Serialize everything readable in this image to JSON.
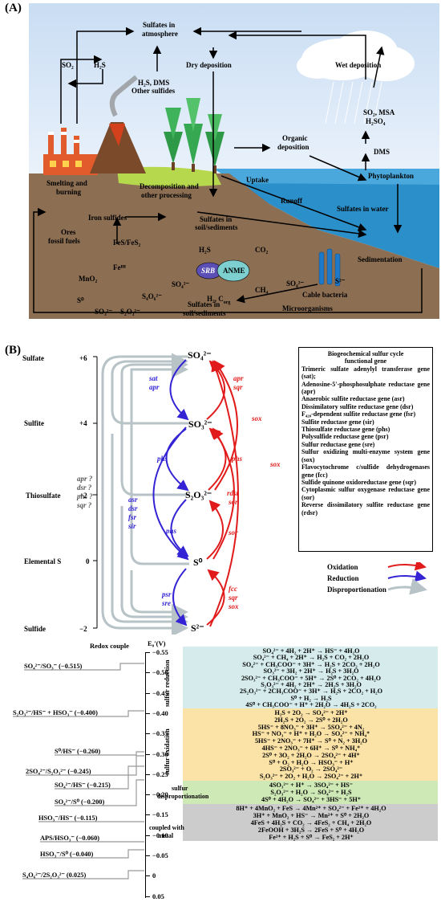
{
  "panel_a": {
    "label": "(A)",
    "labels": {
      "so2": "SO₂",
      "h2s": "H₂S",
      "sulfates_atm_1": "Sulfates in",
      "sulfates_atm_2": "atmosphere",
      "h2s_dms_1": "H₂S, DMS",
      "h2s_dms_2": "Other sulfides",
      "dry_dep": "Dry deposition",
      "wet_dep": "Wet deposition",
      "so2_msa_1": "SO₂, MSA",
      "so2_msa_2": "H₂SO₄",
      "dms": "DMS",
      "organic_1": "Organic",
      "organic_2": "deposition",
      "phyto": "Phytoplankton",
      "smelting_1": "Smelting and",
      "smelting_2": "burning",
      "decomp_1": "Decomposition and",
      "decomp_2": "other processing",
      "uptake": "Uptake",
      "runoff": "Runoff",
      "sulf_water": "Sulfates in water",
      "iron_sulf": "Iron sulfides",
      "sulf_soil_1": "Sulfates in",
      "sulf_soil_2": "soil/sediments",
      "ores_1": "Ores",
      "ores_2": "fossil fuels",
      "fes": "FeS/FeS₂",
      "feiii": "Feᴵᴵᴵ",
      "mno2": "MnO₂",
      "s0": "S⁰",
      "so3": "SO₃²⁻",
      "s2o3": "S₂O₃²⁻",
      "s4o6": "S₄O₆²⁻",
      "so4": "SO₄²⁻",
      "h2s_b": "H₂S",
      "srb": "SRB",
      "anme": "ANME",
      "co2": "CO₂",
      "ch4": "CH₄",
      "h2corg": "H₂, C",
      "corg_sub": "org",
      "sedimentation": "Sedimentation",
      "so4_right": "SO₄²⁻",
      "s2_right": "S²⁻",
      "cable": "Cable bacteria",
      "micro": "Microorganisms",
      "sulf_soil_b_1": "Sulfates in",
      "sulf_soil_b_2": "soil/sediments"
    }
  },
  "panel_b": {
    "label": "(B)",
    "axis": [
      {
        "name": "Sulfate",
        "ox": "+6"
      },
      {
        "name": "Sulfite",
        "ox": "+4"
      },
      {
        "name": "Thiosulfate",
        "ox": "+2"
      },
      {
        "name": "Elemental S",
        "ox": "0"
      },
      {
        "name": "Sulfide",
        "ox": "−2"
      }
    ],
    "species": [
      "SO₄²⁻",
      "SO₃²⁻",
      "S₂O₃²⁻",
      "S⁰",
      "S²⁻"
    ],
    "gray_genes": [
      "apr ?",
      "dsr ?",
      "phs ?",
      "sqr ?"
    ],
    "blue_genes": {
      "sat": "sat",
      "apr": "apr",
      "phs1": "phs",
      "asr": "asr",
      "dsr": "dsr",
      "fsr": "fsr",
      "sir": "sir",
      "phs2": "phs",
      "psr": "psr",
      "sre": "sre"
    },
    "red_genes": {
      "apr": "apr",
      "sqr": "sqr",
      "sox1": "sox",
      "sox2": "sox",
      "phs": "phs",
      "rdsr": "rdsr",
      "sor1": "sor",
      "sor2": "sor",
      "fcc": "fcc",
      "sqr2": "sqr",
      "sox3": "sox"
    },
    "legend": {
      "title_1": "Biogeochemical sulfur cycle",
      "title_2": "functional gene",
      "items": [
        "Trimeric sulfate adenylyl transferase gene (sat);",
        "Adenosine-5'-phosphosulphate reductase gene (apr)",
        "Anaerobic sulfite reductase gene (asr)",
        "Dissimilatory sulfite reductase gene (dsr)",
        "F₄₂₀-dependent sulfite reductase gene (fsr)",
        "Sulfite reductase gene (sir)",
        "Thiosulfate reductase gene (phs)",
        "Polysulfide reductase gene (psr)",
        "Sulfur reductase gene (sre)",
        "Sulfur oxidizing multi-enzyme system gene (sox)",
        "Flavocytochrome c/sulfide dehydrogenases gene (fcc)",
        "Sulfide quinone oxidoreductase gene (sqr)",
        "Cytoplasmic sulfur oxygenase reductase gene (sor)",
        "Reverse dissimilatory sulfite reductase gene (rdsr)"
      ],
      "oxidation": "Oxidation",
      "reduction": "Reduction",
      "disproportionation": "Disproportionation"
    }
  },
  "redox": {
    "title": "Redox couple",
    "e0": "E₀′(V)",
    "ticks": [
      "−0.55",
      "−0.50",
      "−0.45",
      "−0.40",
      "−0.35",
      "−0.30",
      "−0.25",
      "−0.20",
      "−0.15",
      "−0.10",
      "−0.05",
      "0",
      "0.05"
    ],
    "couples": [
      "SO₄²⁻/SO₃⁻ (−0.515)",
      "S₂O₃²⁻/HS⁻ + HSO₃⁻ (−0.400)",
      "S⁰/HS⁻ (−0.260)",
      "2SO₄²⁻/S₂O₃²⁻ (−0.245)",
      "SO₄²⁻/HS⁻ (−0.215)",
      "SO₄²⁻/S⁰ (−0.200)",
      "HSO₃⁻/HS⁻ (−0.115)",
      "APS/HSO₃⁻ (−0.060)",
      "HSO₃⁻/S⁰ (−0.040)",
      "S₄O₆²⁻/2S₂O₃²⁻ (0.025)"
    ],
    "groups": {
      "reduction": {
        "label": "sulfur reduction",
        "color": "#d6ecec",
        "eqs": [
          "SO₄²⁻ + 4H₂ + 2H⁺ → HS⁻ + 4H₂O",
          "SO₄²⁻ + CH₄ + 2H⁺ → H₂S + CO₂ + 2H₂O",
          "SO₄²⁻ + CH₃COO⁻ + 3H⁺ → H₂S + 2CO₂ + 2H₂O",
          "SO₃²⁻ + 3H₂ + 2H⁺ → H₂S + 3H₂O",
          "2SO₃²⁻ + CH₃COO⁻ + 5H⁺ → 2S⁰ + 2CO₂ + 4H₂O",
          "S₂O₃²⁻ + 4H₂ + 2H⁺ → 2H₂S + 3H₂O",
          "2S₂O₃²⁻ + 2CH₃COO⁻ + 3H⁺ → H₂S + 2CO₂ + H₂O",
          "S⁰ + H₂ → H₂S",
          "4S⁰ + CH₃COO⁻ + H⁺ + 2H₂O → 4H₂S + 2CO₂"
        ]
      },
      "oxidation": {
        "label": "sulfur oxidation",
        "color": "#fbe3a8",
        "eqs": [
          "H₂S + 2O₂ → SO₄²⁻ + 2H⁺",
          "2H₂S + 2O₂ → 2S⁰ + 2H₂O",
          "5HS⁻ + 8NO₃⁻ + 3H⁺ → 5SO₄²⁻ + 4N₂",
          "HS⁻ + NO₃⁻ + H⁺ + H₂O → SO₄²⁻ + NH₄⁺",
          "5HS⁻ + 2NO₃⁻ + 7H⁺ → S⁰ + N₂ + 3H₂O",
          "4HS⁻ + 2NO₃⁻ + 6H⁺ → S⁰ + NH₄⁺",
          "2S⁰ + 3O₂ + 2H₂O → 2SO₄²⁻ + 4H⁺",
          "S⁰ + O₂ + H₂O → HSO₃⁻ + H⁺",
          "2SO₃²⁻ + O₂ → 2SO₄²⁻",
          "S₂O₃²⁻ + 2O₂ + H₂O → 2SO₄²⁻ + 2H⁺"
        ]
      },
      "disproportionation": {
        "label_1": "sulfur",
        "label_2": "disproportionation",
        "color": "#cfe9b6",
        "eqs": [
          "4SO₃²⁻ + H⁺ → 3SO₄²⁻ + HS⁻",
          "S₂O₃²⁻ + H₂O → SO₄²⁻ + H₂S",
          "4S⁰ + 4H₂O → SO₄²⁻ + 3HS⁻ + 5H⁺"
        ]
      },
      "metal": {
        "label_1": "coupled with",
        "label_2": "metal",
        "color": "#cccccc",
        "eqs": [
          "8H⁺ + 4MnO₂ + FeS → 4Mn²⁺ + SO₄²⁻ + Fe²⁺ + 4H₂O",
          "3H⁺ + MnO₂ + HS⁻ → Mn²⁺ + S⁰ + 2H₂O",
          "4FeS + 4H₂S + CO₂ → 4FeS₂ + CH₄ + 2H₂O",
          "2FeOOH + 3H₂S → 2FeS + S⁰ + 4H₂O",
          "Fe²⁺ + H₂S + S⁰ → FeS₂ + 2H⁺"
        ]
      }
    }
  }
}
